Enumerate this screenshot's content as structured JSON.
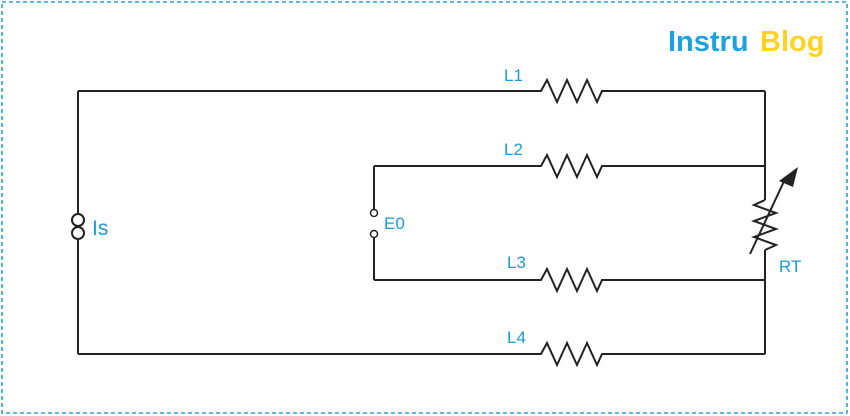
{
  "logo": {
    "part1": "Instru",
    "part2": "Blog"
  },
  "labels": {
    "l1": "L1",
    "l2": "L2",
    "l3": "L3",
    "l4": "L4",
    "current_source": "Is",
    "voltage_terminals": "E0",
    "rtd": "RT"
  },
  "colors": {
    "label_text": "#1a9ad6",
    "logo_primary": "#1aa3de",
    "logo_secondary": "#ffd21f",
    "border": "#2a9fd8",
    "wire": "#222222"
  }
}
